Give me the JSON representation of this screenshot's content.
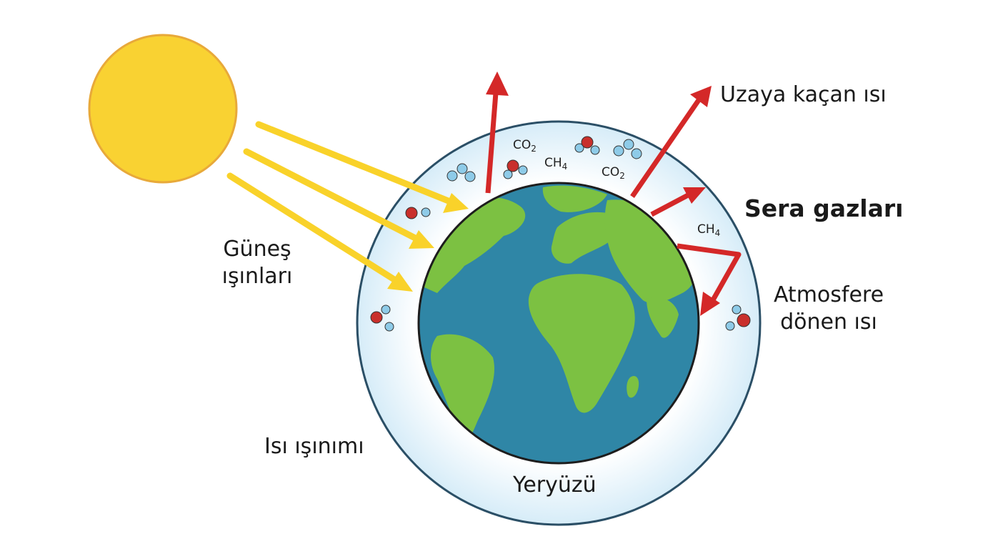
{
  "labels": {
    "sun_rays_line1": "Güneş",
    "sun_rays_line2": "ışınları",
    "heat_to_space": "Uzaya kaçan ısı",
    "greenhouse_gases": "Sera gazları",
    "returned_heat_line1": "Atmosfere",
    "returned_heat_line2": "dönen ısı",
    "heat_radiation": "Isı ışınımı",
    "earth_surface": "Yeryüzü"
  },
  "gases": [
    {
      "base": "CO",
      "sub": "2"
    },
    {
      "base": "CH",
      "sub": "4"
    },
    {
      "base": "CO",
      "sub": "2"
    },
    {
      "base": "CH",
      "sub": "4"
    }
  ],
  "colors": {
    "sun": "#f9d232",
    "sun_ray": "#f9d22a",
    "heat_arrow": "#d42828",
    "ocean": "#2f86a6",
    "land": "#7cc142",
    "atmosphere_edge": "#2b4f66",
    "oxygen_atom": "#c9302c",
    "other_atom": "#8ecbe8"
  }
}
